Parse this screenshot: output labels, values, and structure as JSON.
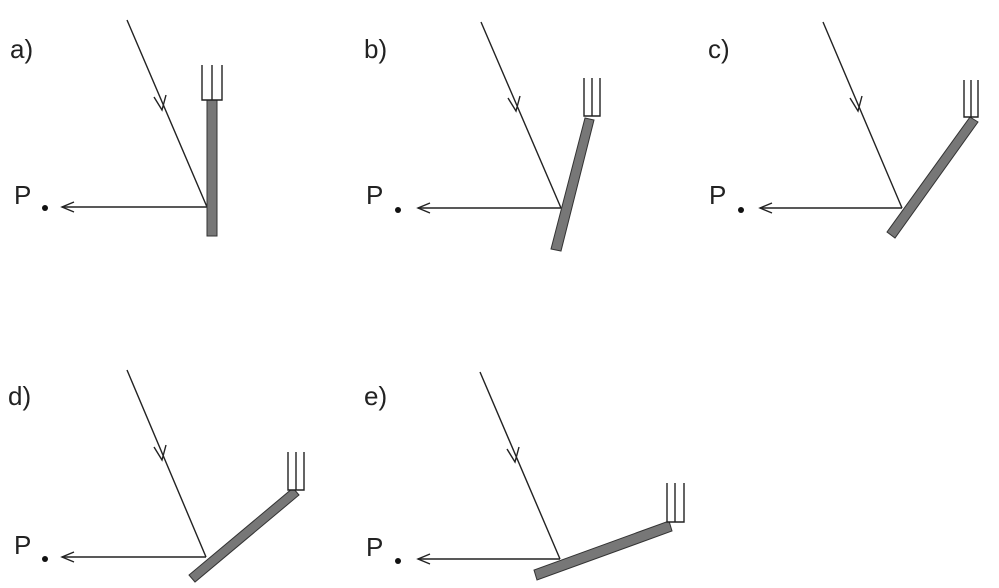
{
  "panels": [
    {
      "label": "a)",
      "point_label": "P"
    },
    {
      "label": "b)",
      "point_label": "P"
    },
    {
      "label": "c)",
      "point_label": "P"
    },
    {
      "label": "d)",
      "point_label": "P"
    },
    {
      "label": "e)",
      "point_label": "P"
    }
  ]
}
